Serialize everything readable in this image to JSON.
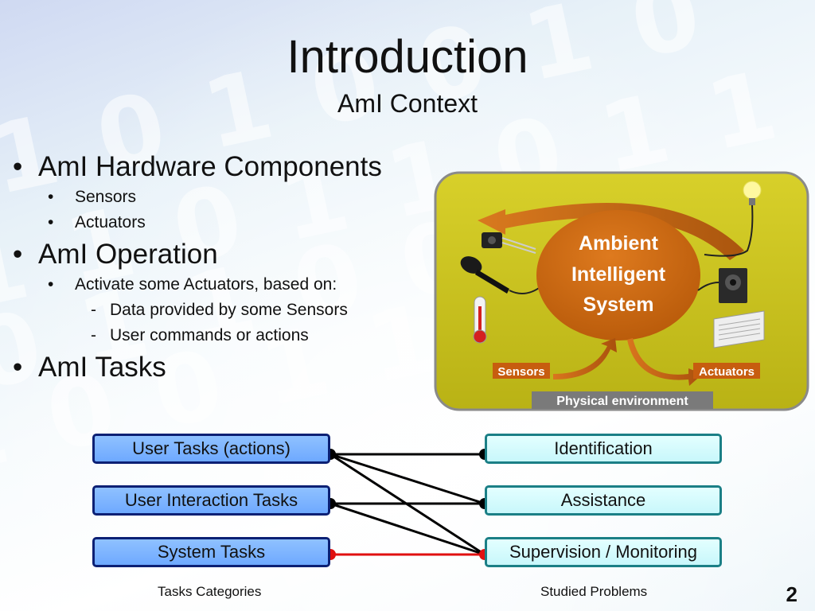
{
  "slide": {
    "title": "Introduction",
    "subtitle": "AmI Context",
    "page_number": "2"
  },
  "bullets": {
    "hardware": "AmI Hardware Components",
    "sensors": "Sensors",
    "actuators": "Actuators",
    "operation": "AmI Operation",
    "activate": "Activate some Actuators, based on:",
    "data_sensors": "Data provided by some Sensors",
    "user_commands": "User commands or actions",
    "tasks": "AmI Tasks"
  },
  "diagram": {
    "center_lines": [
      "Ambient",
      "Intelligent",
      "System"
    ],
    "sensors_label": "Sensors",
    "actuators_label": "Actuators",
    "environment_label": "Physical environment"
  },
  "tasks": {
    "categories": [
      "User Tasks (actions)",
      "User Interaction Tasks",
      "System Tasks"
    ],
    "problems": [
      "Identification",
      "Assistance",
      "Supervision / Monitoring"
    ],
    "categories_caption": "Tasks Categories",
    "problems_caption": "Studied Problems"
  },
  "colors": {
    "diagram_bg": "#c9c218",
    "ellipse": "#c96a12",
    "label_bg": "#c75d0f",
    "left_box": "#7ab3ff",
    "right_box": "#d6fbfd",
    "highlight_line": "#e01010"
  }
}
